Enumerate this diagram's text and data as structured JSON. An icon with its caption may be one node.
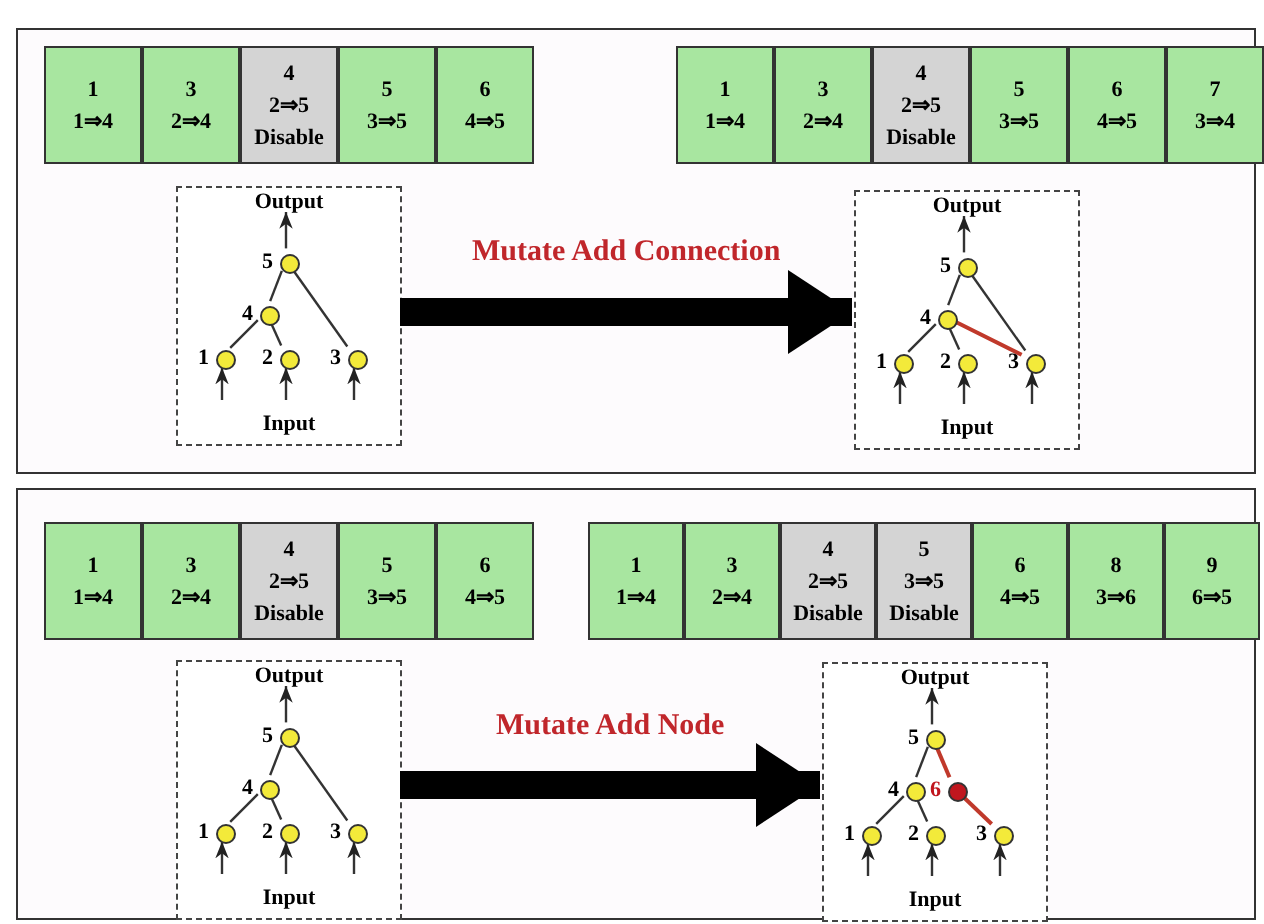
{
  "diagram": {
    "nodes": [
      {
        "text": [],
        "shape": "box"
      },
      {
        "text": [
          "1",
          "1⇒4"
        ],
        "in": 0
      },
      {
        "text": [
          "3",
          "2⇒4"
        ],
        "in": 0
      },
      {
        "text": [
          "4",
          "2⇒5",
          "Disable"
        ],
        "in": 0
      },
      {
        "text": [
          "5",
          "3⇒5"
        ],
        "in": 0
      },
      {
        "text": [
          "6",
          "4⇒5"
        ],
        "in": 0
      },
      {
        "text": [
          "1",
          "1⇒4"
        ],
        "in": 0
      },
      {
        "text": [
          "3",
          "2⇒4"
        ],
        "in": 0
      },
      {
        "text": [
          "4",
          "2⇒5",
          "Disable"
        ],
        "in": 0
      },
      {
        "text": [
          "5",
          "3⇒5"
        ],
        "in": 0
      },
      {
        "text": [
          "6",
          "4⇒5"
        ],
        "in": 0
      },
      {
        "text": [
          "7",
          "3⇒4"
        ],
        "in": 0
      },
      {
        "text": [
          "Output",
          "Input"
        ],
        "in": 0
      },
      {
        "text": [],
        "shape": "circle",
        "beside": [
          "1"
        ],
        "in": 12
      },
      {
        "text": [],
        "shape": "circle",
        "beside": [
          "2"
        ],
        "in": 12
      },
      {
        "text": [],
        "shape": "circle",
        "beside": [
          "3"
        ],
        "in": 12
      },
      {
        "text": [],
        "shape": "circle",
        "beside": [
          "4"
        ],
        "in": 12
      },
      {
        "text": [],
        "shape": "circle",
        "beside": [
          "5"
        ],
        "in": 12
      },
      {
        "text": [
          "Output",
          "Input"
        ],
        "in": 0
      },
      {
        "text": [],
        "shape": "circle",
        "beside": [
          "1"
        ],
        "in": 18
      },
      {
        "text": [],
        "shape": "circle",
        "beside": [
          "2"
        ],
        "in": 18
      },
      {
        "text": [],
        "shape": "circle",
        "beside": [
          "3"
        ],
        "in": 18
      },
      {
        "text": [],
        "shape": "circle",
        "beside": [
          "4"
        ],
        "in": 18
      },
      {
        "text": [],
        "shape": "circle",
        "beside": [
          "5"
        ],
        "in": 18
      },
      {
        "text": [],
        "shape": "box"
      },
      {
        "text": [
          "1",
          "1⇒4"
        ],
        "in": 24
      },
      {
        "text": [
          "3",
          "2⇒4"
        ],
        "in": 24
      },
      {
        "text": [
          "4",
          "2⇒5",
          "Disable"
        ],
        "in": 24
      },
      {
        "text": [
          "5",
          "3⇒5"
        ],
        "in": 24
      },
      {
        "text": [
          "6",
          "4⇒5"
        ],
        "in": 24
      },
      {
        "text": [
          "1",
          "1⇒4"
        ],
        "in": 24
      },
      {
        "text": [
          "3",
          "2⇒4"
        ],
        "in": 24
      },
      {
        "text": [
          "4",
          "2⇒5",
          "Disable"
        ],
        "in": 24
      },
      {
        "text": [
          "5",
          "3⇒5",
          "Disable"
        ],
        "in": 24
      },
      {
        "text": [
          "6",
          "4⇒5"
        ],
        "in": 24
      },
      {
        "text": [
          "8",
          "3⇒6"
        ],
        "in": 24
      },
      {
        "text": [
          "9",
          "6⇒5"
        ],
        "in": 24
      },
      {
        "text": [
          "Output",
          "Input"
        ],
        "in": 24
      },
      {
        "text": [],
        "shape": "circle",
        "beside": [
          "1"
        ],
        "in": 37
      },
      {
        "text": [],
        "shape": "circle",
        "beside": [
          "2"
        ],
        "in": 37
      },
      {
        "text": [],
        "shape": "circle",
        "beside": [
          "3"
        ],
        "in": 37
      },
      {
        "text": [],
        "shape": "circle",
        "beside": [
          "4"
        ],
        "in": 37
      },
      {
        "text": [],
        "shape": "circle",
        "beside": [
          "5"
        ],
        "in": 37
      },
      {
        "text": [
          "Output",
          "Input"
        ],
        "in": 24
      },
      {
        "text": [],
        "shape": "circle",
        "beside": [
          "1"
        ],
        "in": 43
      },
      {
        "text": [],
        "shape": "circle",
        "beside": [
          "2"
        ],
        "in": 43
      },
      {
        "text": [],
        "shape": "circle",
        "beside": [
          "3"
        ],
        "in": 43
      },
      {
        "text": [],
        "shape": "circle",
        "beside": [
          "4"
        ],
        "in": 43
      },
      {
        "text": [],
        "shape": "circle",
        "beside": [
          "5"
        ],
        "in": 43
      },
      {
        "text": [],
        "shape": "circle",
        "beside": [
          "6"
        ],
        "in": 43
      }
    ],
    "edges": [
      {
        "from": 13,
        "to": 16,
        "arrow": "none"
      },
      {
        "from": 14,
        "to": 16,
        "arrow": "none"
      },
      {
        "from": 16,
        "to": 17,
        "arrow": "none"
      },
      {
        "from": 15,
        "to": 17,
        "arrow": "none"
      },
      {
        "from": null,
        "to": 13,
        "arrow": "to"
      },
      {
        "from": null,
        "to": 14,
        "arrow": "to"
      },
      {
        "from": null,
        "to": 15,
        "arrow": "to"
      },
      {
        "from": 17,
        "to": null,
        "arrow": "to"
      },
      {
        "from": 12,
        "to": 18,
        "arrow": "to",
        "label": "Mutate Add Connection",
        "style": "thick"
      },
      {
        "from": 19,
        "to": 22,
        "arrow": "none"
      },
      {
        "from": 20,
        "to": 22,
        "arrow": "none"
      },
      {
        "from": 22,
        "to": 23,
        "arrow": "none"
      },
      {
        "from": 21,
        "to": 23,
        "arrow": "none"
      },
      {
        "from": 22,
        "to": 21,
        "arrow": "none",
        "color": "#c0392b"
      },
      {
        "from": null,
        "to": 19,
        "arrow": "to"
      },
      {
        "from": null,
        "to": 20,
        "arrow": "to"
      },
      {
        "from": null,
        "to": 21,
        "arrow": "to"
      },
      {
        "from": 23,
        "to": null,
        "arrow": "to"
      },
      {
        "from": 38,
        "to": 41,
        "arrow": "none"
      },
      {
        "from": 39,
        "to": 41,
        "arrow": "none"
      },
      {
        "from": 41,
        "to": 42,
        "arrow": "none"
      },
      {
        "from": 40,
        "to": 42,
        "arrow": "none"
      },
      {
        "from": null,
        "to": 38,
        "arrow": "to"
      },
      {
        "from": null,
        "to": 39,
        "arrow": "to"
      },
      {
        "from": null,
        "to": 40,
        "arrow": "to"
      },
      {
        "from": 42,
        "to": null,
        "arrow": "to"
      },
      {
        "from": 37,
        "to": 43,
        "arrow": "to",
        "label": "Mutate Add Node",
        "style": "thick"
      },
      {
        "from": 44,
        "to": 47,
        "arrow": "none"
      },
      {
        "from": 45,
        "to": 47,
        "arrow": "none"
      },
      {
        "from": 47,
        "to": 48,
        "arrow": "none"
      },
      {
        "from": 48,
        "to": 49,
        "arrow": "none",
        "color": "#c0392b"
      },
      {
        "from": 49,
        "to": 46,
        "arrow": "none",
        "color": "#c0392b"
      },
      {
        "from": null,
        "to": 44,
        "arrow": "to"
      },
      {
        "from": null,
        "to": 45,
        "arrow": "to"
      },
      {
        "from": null,
        "to": 46,
        "arrow": "to"
      },
      {
        "from": 48,
        "to": null,
        "arrow": "to"
      }
    ]
  }
}
